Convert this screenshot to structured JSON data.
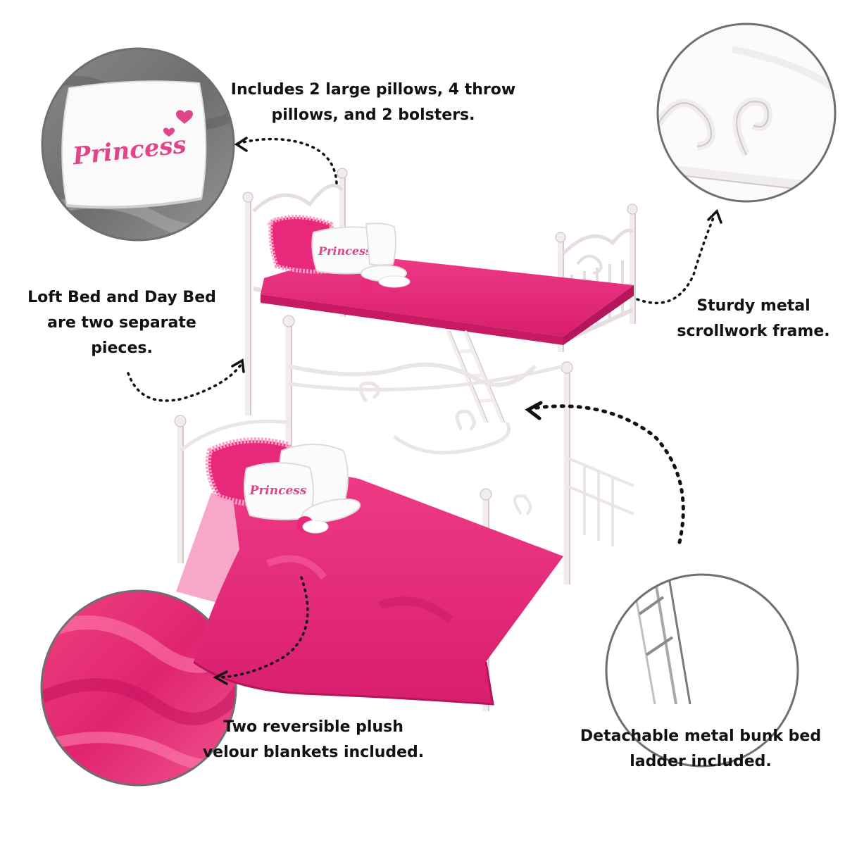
{
  "captions": {
    "pillows": {
      "line1": "Includes 2 large pillows, 4 throw",
      "line2": "pillows, and 2 bolsters."
    },
    "separate": {
      "line1": "Loft Bed and Day Bed",
      "line2": "are two separate",
      "line3": "pieces."
    },
    "frame": {
      "line1": "Sturdy metal",
      "line2": "scrollwork frame."
    },
    "blankets": {
      "line1": "Two reversible plush",
      "line2": "velour blankets included."
    },
    "ladder": {
      "line1": "Detachable metal bunk bed",
      "line2": "ladder included."
    }
  },
  "pillow_text": "Princess",
  "colors": {
    "frame": "#f2ecec",
    "frame_shadow": "#c9bcbc",
    "blanket": "#e8287a",
    "blanket_dark": "#c81a63",
    "blanket_light_pink": "#f7a8c8",
    "pillow_white": "#fbfbfb",
    "pillow_text": "#e0458a",
    "circle_border": "#6f6f6f",
    "arrow": "#111111"
  },
  "icons": [
    "pillow-closeup-circle",
    "scrollwork-closeup-circle",
    "blanket-closeup-circle",
    "ladder-closeup-circle",
    "dotted-arrow"
  ]
}
